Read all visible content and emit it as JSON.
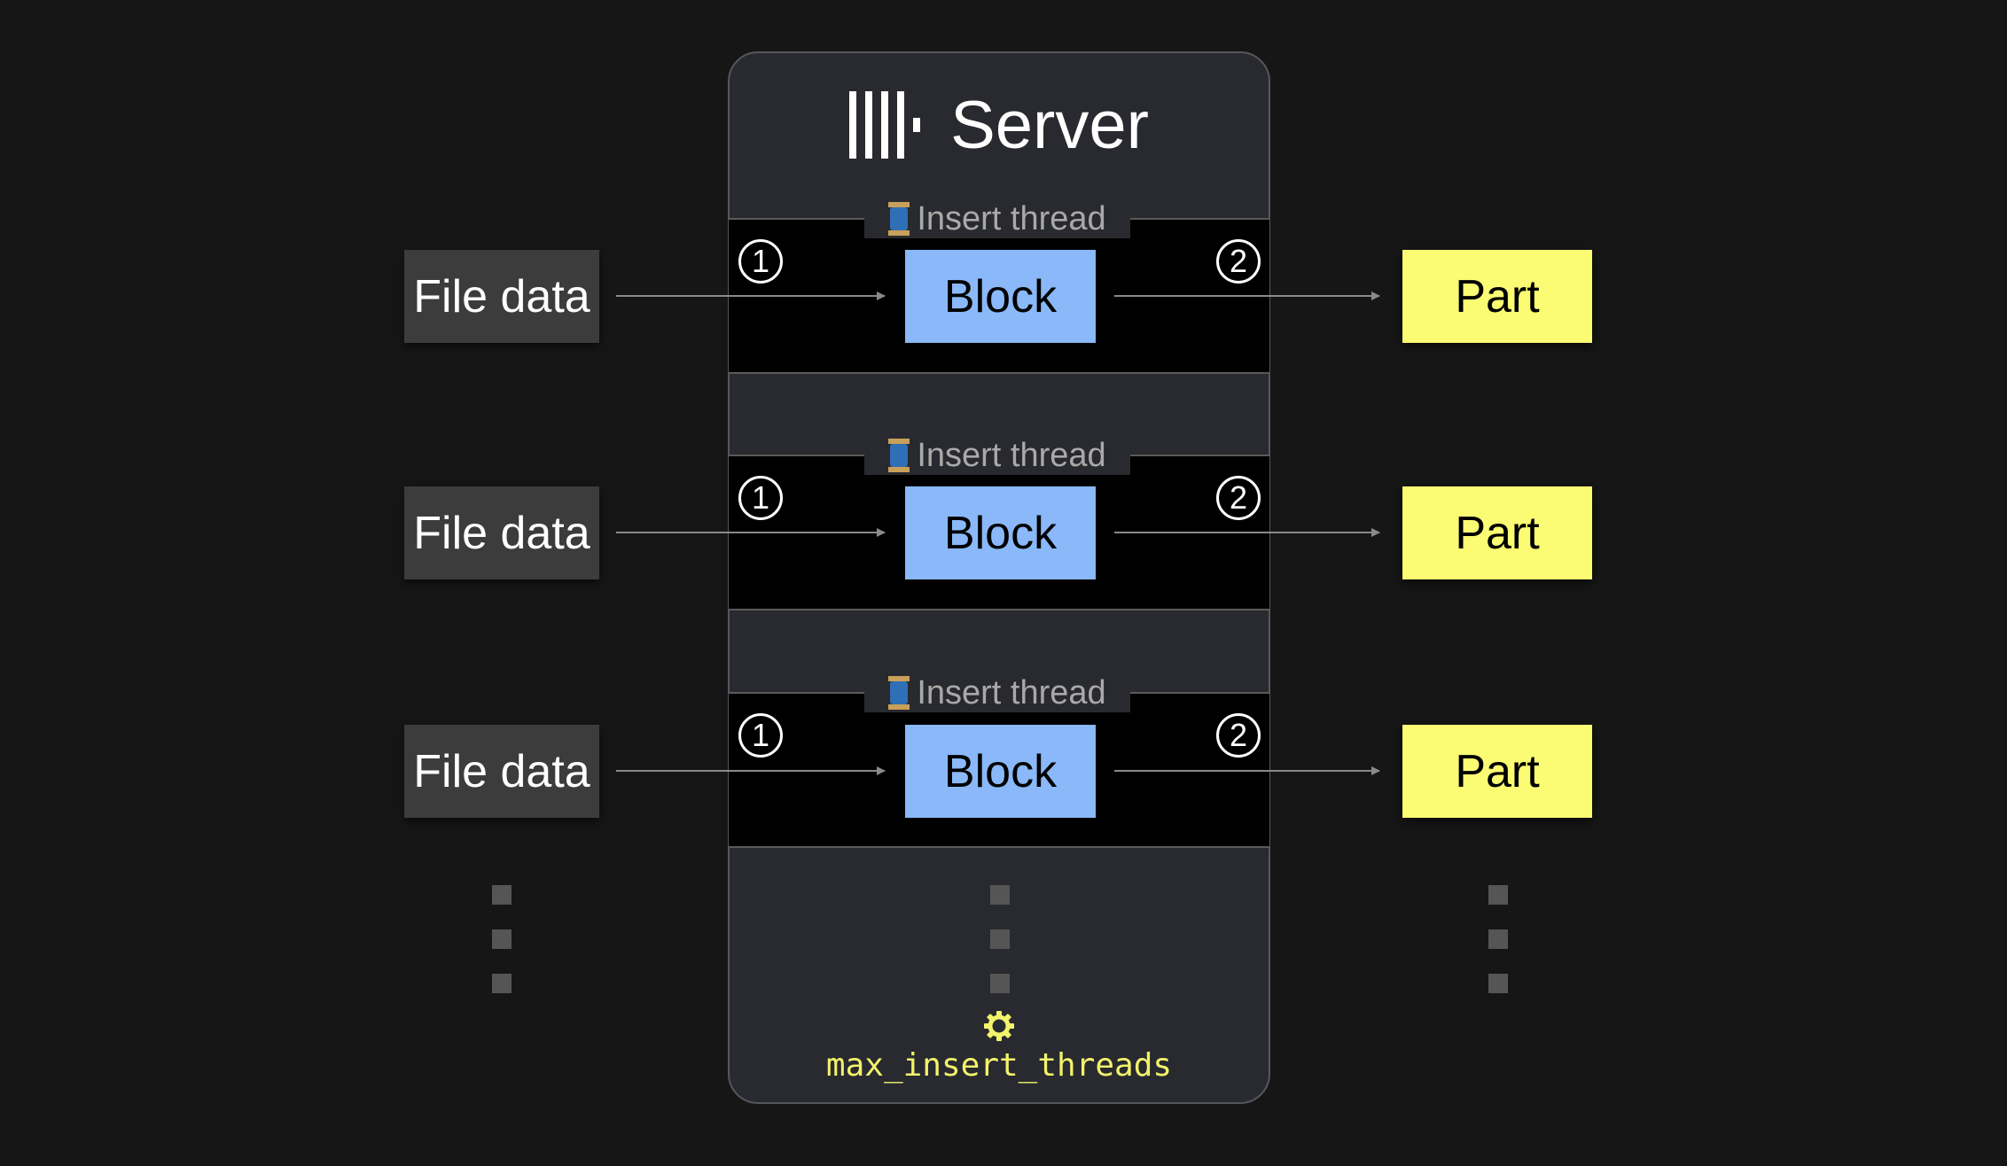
{
  "server": {
    "title": "Server"
  },
  "rows": [
    {
      "thread_label": "Insert thread",
      "input_label": "File data",
      "block_label": "Block",
      "output_label": "Part",
      "step_in": "1",
      "step_out": "2"
    },
    {
      "thread_label": "Insert thread",
      "input_label": "File data",
      "block_label": "Block",
      "output_label": "Part",
      "step_in": "1",
      "step_out": "2"
    },
    {
      "thread_label": "Insert thread",
      "input_label": "File data",
      "block_label": "Block",
      "output_label": "Part",
      "step_in": "1",
      "step_out": "2"
    }
  ],
  "setting": {
    "name": "max_insert_threads",
    "icon": "gear-icon"
  },
  "colors": {
    "background": "#161616",
    "server": "#292a2f",
    "file_box": "#3c3c3c",
    "block_box": "#8ab8f8",
    "part_box": "#fbfb74",
    "setting_text": "#f3f36c",
    "continuation_dot": "#555555"
  }
}
